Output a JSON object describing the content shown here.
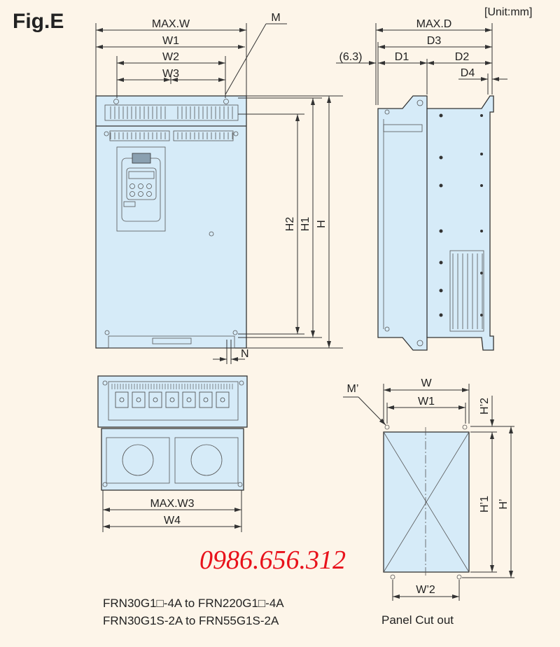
{
  "figure": {
    "title": "Fig.E",
    "unit": "[Unit:mm]"
  },
  "front_view": {
    "max_w": "MAX.W",
    "w1": "W1",
    "w2": "W2",
    "w3": "W3",
    "m": "M",
    "h": "H",
    "h1": "H1",
    "h2": "H2",
    "n": "N"
  },
  "side_view": {
    "max_d": "MAX.D",
    "d3": "D3",
    "d1": "D1",
    "d2": "D2",
    "d4": "D4",
    "offset": "(6.3)"
  },
  "bottom_view": {
    "max_w3": "MAX.W3",
    "w4": "W4"
  },
  "panel_cutout": {
    "w": "W",
    "w1": "W1",
    "m": "M’",
    "h2": "H’2",
    "h1": "H’1",
    "h": "H’",
    "w2": "W’2",
    "caption": "Panel Cut out"
  },
  "phone": "0986.656.312",
  "models": [
    "FRN30G1□-4A to FRN220G1□-4A",
    "FRN30G1S-2A to FRN55G1S-2A"
  ],
  "colors": {
    "background": "#fdf5e9",
    "body_fill": "#d6ebf8",
    "phone": "#e8121b"
  }
}
